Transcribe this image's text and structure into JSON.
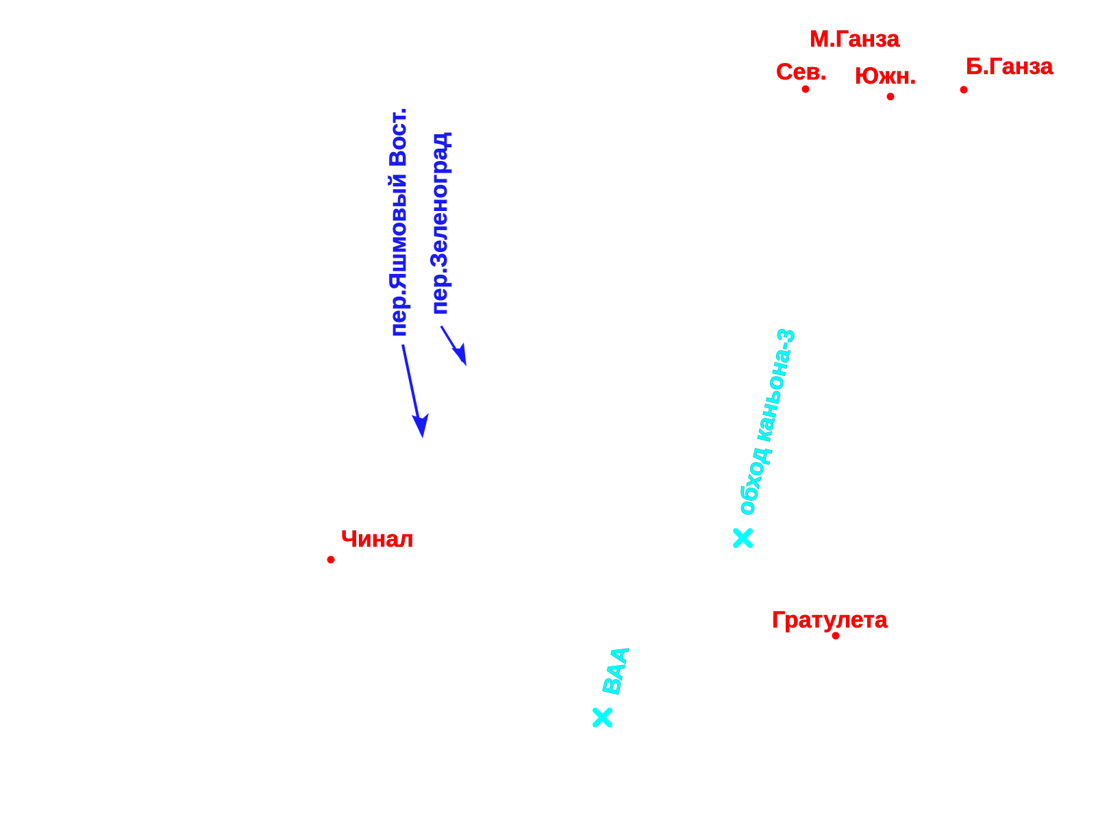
{
  "colors": {
    "peak": "#ff0000",
    "pass": "#1a1aff",
    "route": "#00ffff"
  },
  "peaks": [
    {
      "id": "m-ganza",
      "label": "М.Ганза",
      "marker": "none"
    },
    {
      "id": "sev",
      "label": "Сев.",
      "marker": "dot-icon"
    },
    {
      "id": "yuzhn",
      "label": "Южн.",
      "marker": "dot-icon"
    },
    {
      "id": "b-ganza",
      "label": "Б.Ганза",
      "marker": "dot-icon"
    },
    {
      "id": "chinal",
      "label": "Чинал",
      "marker": "dot-icon"
    },
    {
      "id": "gratuleta",
      "label": "Гратулета",
      "marker": "dot-icon"
    }
  ],
  "passes": [
    {
      "id": "yashmovyy",
      "label": "пер.Яшмовый Вост.",
      "marker": "arrow-icon"
    },
    {
      "id": "zelenograd",
      "label": "пер.Зеленоград",
      "marker": "arrow-icon"
    }
  ],
  "route_points": [
    {
      "id": "obkhod",
      "label": "обход каньона-3",
      "marker": "cross-icon"
    },
    {
      "id": "vaa",
      "label": "ВАА",
      "marker": "cross-icon"
    }
  ]
}
